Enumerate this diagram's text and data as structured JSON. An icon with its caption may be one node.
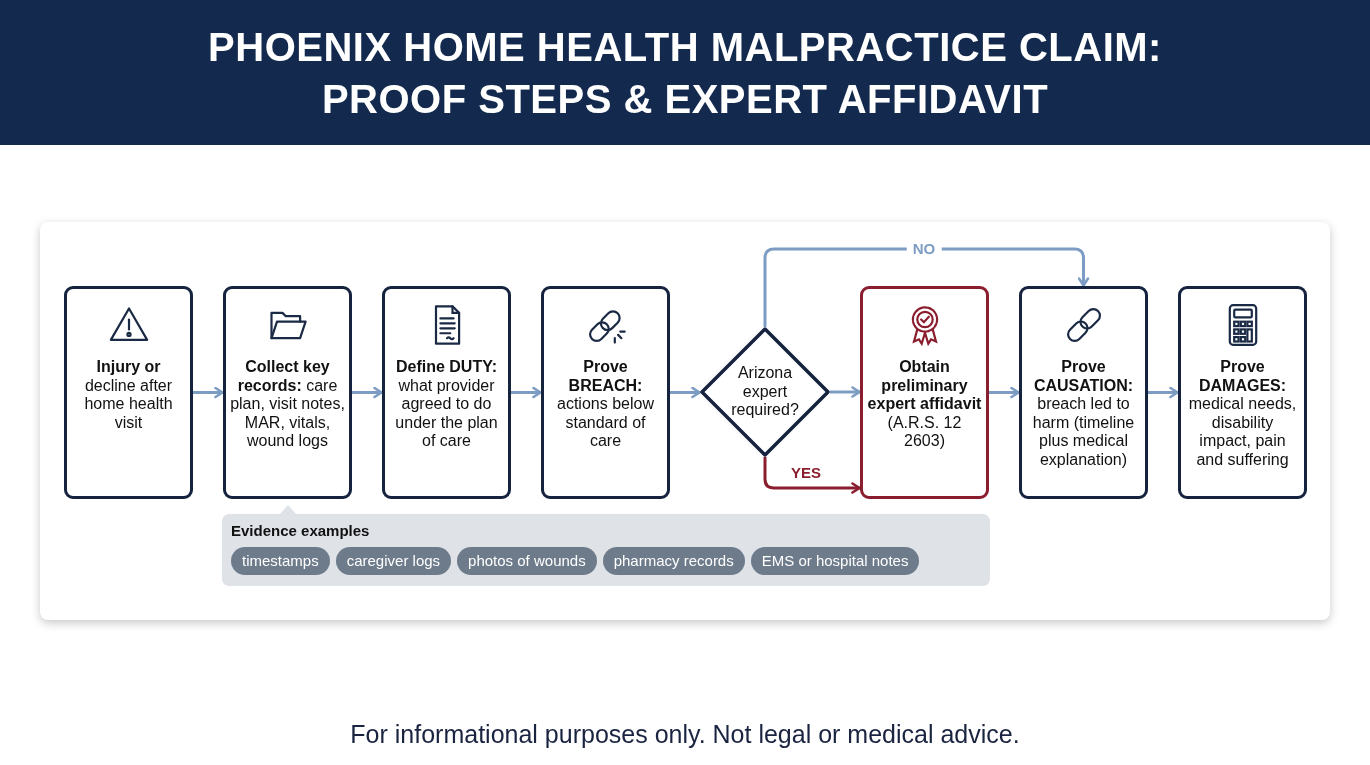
{
  "diagram": {
    "title": "PHOENIX HOME HEALTH MALPRACTICE CLAIM: PROOF STEPS & EXPERT AFFIDAVIT",
    "caption": "For informational purposes only. Not legal or medical advice.",
    "nodes": [
      {
        "text": [
          "**Injury or** decline after home health visit"
        ]
      },
      {
        "text": [
          "**Collect key records:** care plan, visit notes, MAR, vitals, wound logs"
        ]
      },
      {
        "text": [
          "**Define DUTY:** what provider agreed to do under the plan of care"
        ]
      },
      {
        "text": [
          "**Prove BREACH:** actions below standard of care"
        ]
      },
      {
        "text": [
          "Arizona expert required?"
        ]
      },
      {
        "text": [
          "**Obtain preliminary expert affidavit** (A.R.S. 12 2603)"
        ]
      },
      {
        "text": [
          "**Prove CAUSATION:** breach led to harm (timeline plus medical explanation)"
        ]
      },
      {
        "text": [
          "**Prove DAMAGES:** medical needs, disability impact, pain and suffering"
        ]
      },
      {
        "text": [
          "Evidence examples"
        ]
      },
      {
        "text": [
          "timestamps"
        ],
        "in": 8
      },
      {
        "text": [
          "caregiver logs"
        ],
        "in": 8
      },
      {
        "text": [
          "photos of wounds"
        ],
        "in": 8
      },
      {
        "text": [
          "pharmacy records"
        ],
        "in": 8
      },
      {
        "text": [
          "EMS or hospital notes"
        ],
        "in": 8
      }
    ],
    "edges": [
      {
        "from": 0,
        "to": 1,
        "arrow": "to"
      },
      {
        "from": 1,
        "to": 2,
        "arrow": "to"
      },
      {
        "from": 2,
        "to": 3,
        "arrow": "to"
      },
      {
        "from": 3,
        "to": 4,
        "arrow": "to"
      },
      {
        "from": 4,
        "to": 6,
        "arrow": "to",
        "label": "NO"
      },
      {
        "from": 4,
        "to": 5,
        "arrow": "to"
      },
      {
        "from": 4,
        "to": 5,
        "arrow": "to",
        "label": "YES",
        "color": "#8b1e2e"
      },
      {
        "from": 5,
        "to": 6,
        "arrow": "to"
      },
      {
        "from": 6,
        "to": 7,
        "arrow": "to"
      }
    ]
  }
}
